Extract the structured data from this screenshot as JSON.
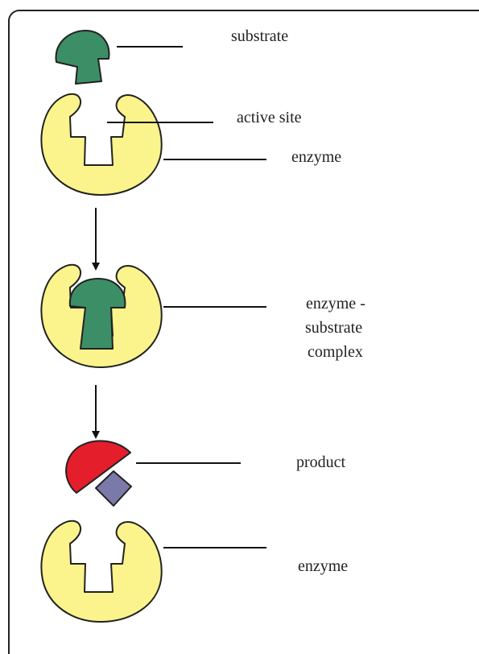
{
  "labels": {
    "substrate": "substrate",
    "active_site": "active site",
    "enzyme_top": "enzyme",
    "complex_line1": "enzyme -",
    "complex_line2": "substrate",
    "complex_line3": "complex",
    "product": "product",
    "enzyme_bottom": "enzyme"
  },
  "colors": {
    "enzyme": "#fbf38c",
    "substrate": "#3c8e66",
    "product_half": "#e51e2b",
    "product_square": "#7b79a9"
  }
}
